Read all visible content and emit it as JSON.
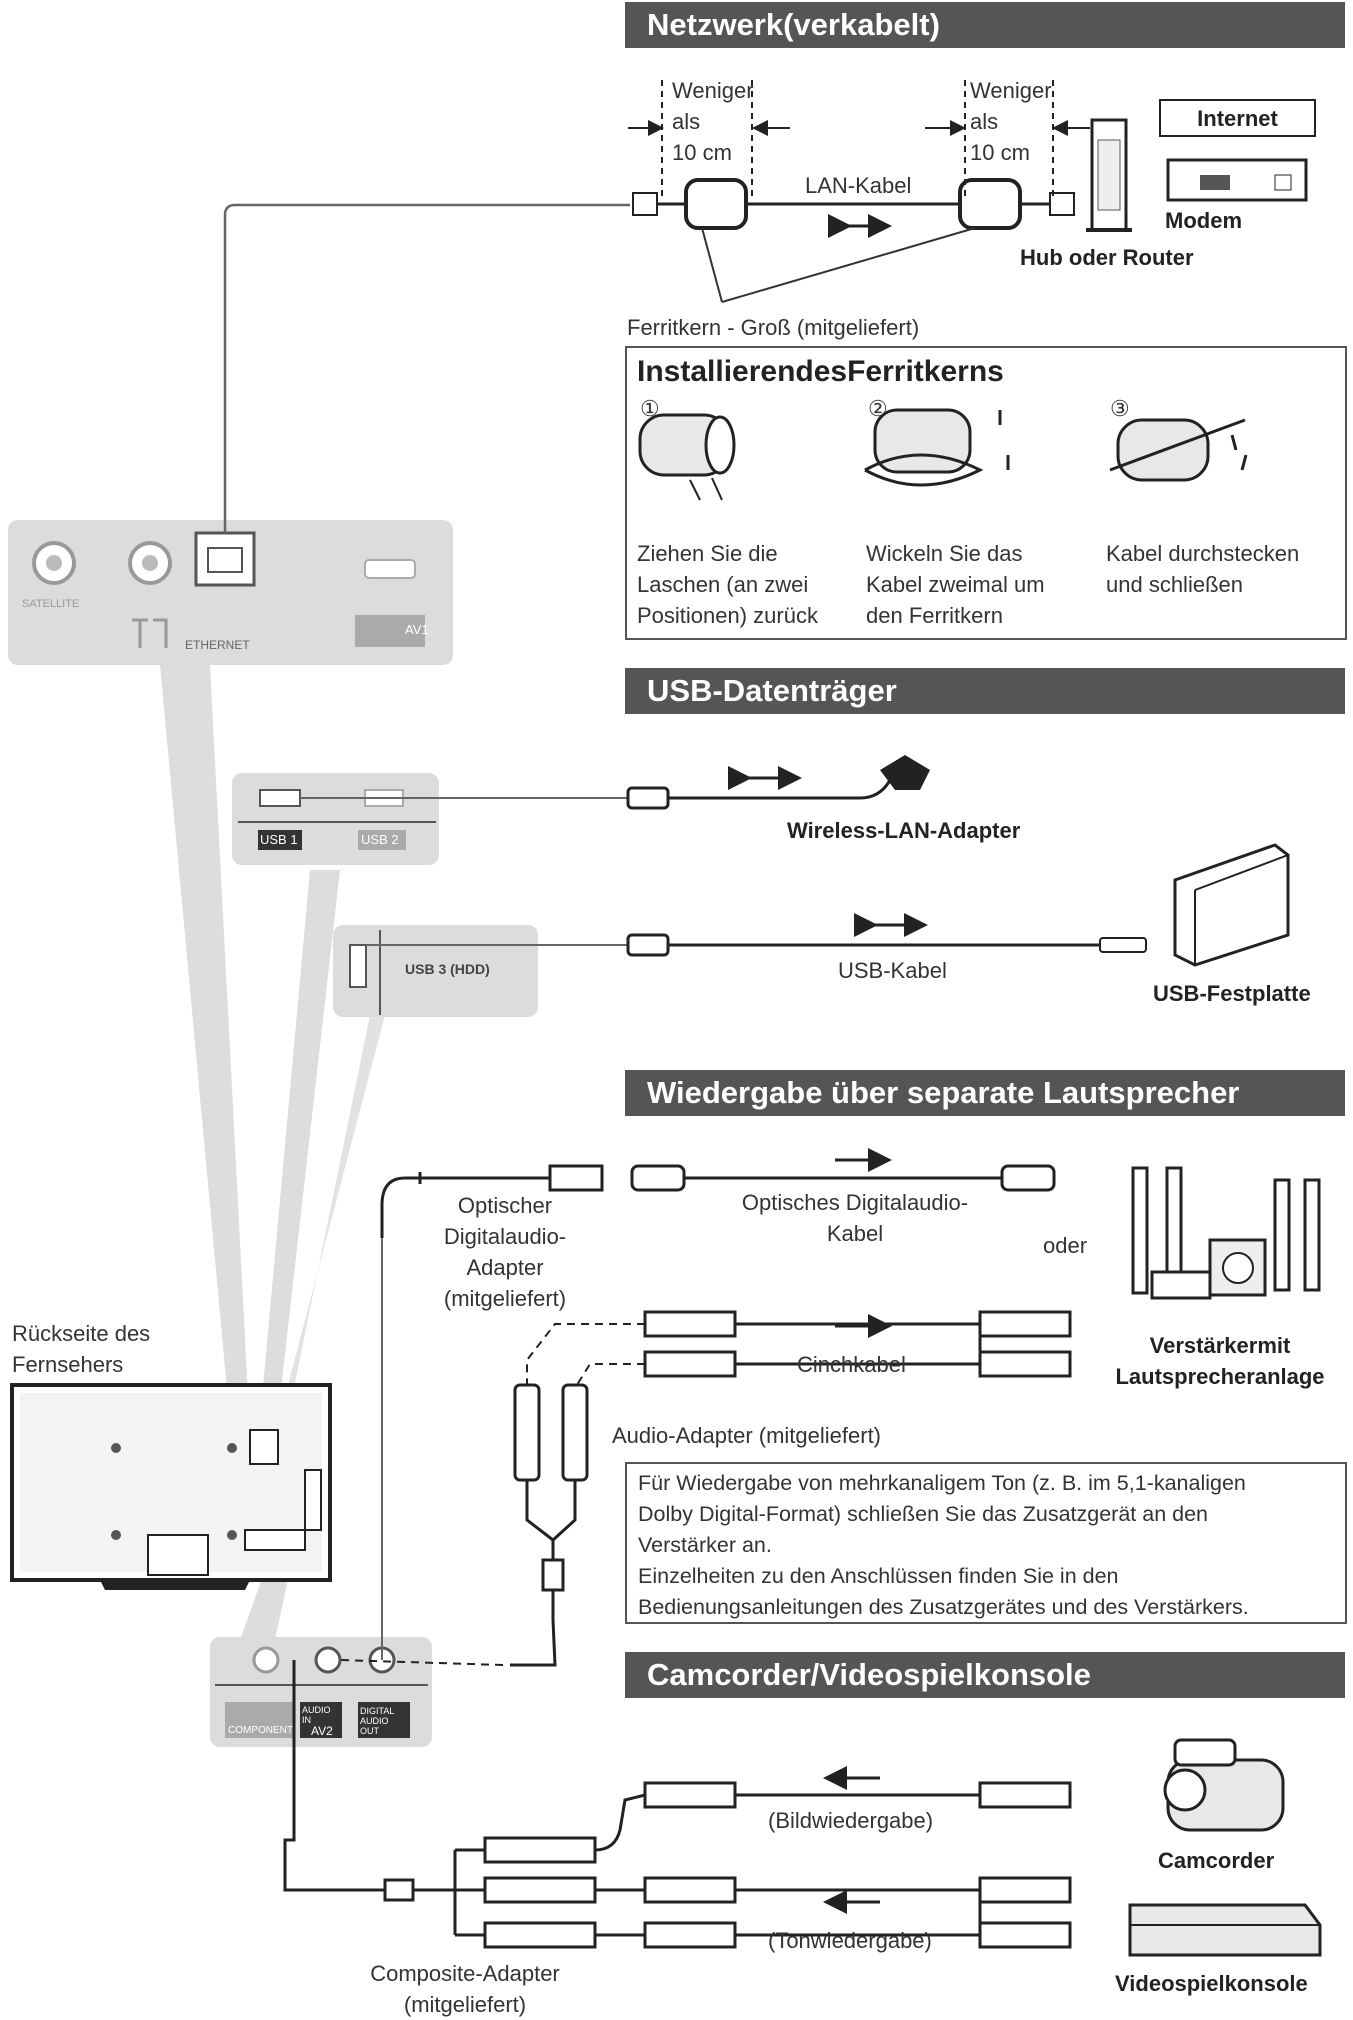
{
  "sections": {
    "network": "Netzwerk(verkabelt)",
    "usb": "USB-Datenträger",
    "speakers": "Wiedergabe über separate Lautsprecher",
    "camcorder": "Camcorder/Videospielkonsole"
  },
  "network": {
    "distance_left": [
      "Weniger",
      "als",
      "10 cm"
    ],
    "distance_right": [
      "Weniger",
      "als",
      "10 cm"
    ],
    "lan_cable": "LAN-Kabel",
    "internet": "Internet",
    "modem": "Modem",
    "hub": "Hub oder Router",
    "ferrite": "Ferritkern - Groß (mitgeliefert)"
  },
  "install": {
    "title": "InstallierendesFerritkerns",
    "steps": [
      {
        "num": "①",
        "text": [
          "Ziehen Sie die",
          "Laschen (an zwei",
          "Positionen) zurück"
        ]
      },
      {
        "num": "②",
        "text": [
          "Wickeln Sie das",
          "Kabel zweimal um",
          "den Ferritkern"
        ]
      },
      {
        "num": "③",
        "text": [
          "Kabel durchstecken",
          "und schließen"
        ]
      }
    ]
  },
  "panel": {
    "ethernet": "ETHERNET",
    "satellite": "SATELLITE",
    "av1": "AV1",
    "usb1": "USB 1",
    "usb2": "USB 2",
    "usb3": "USB 3 (HDD)",
    "av2": "AV2",
    "component": "COMPONENT",
    "audio_in": "AUDIO IN",
    "digital_out": "DIGITAL AUDIO OUT"
  },
  "usb": {
    "wlan": "Wireless-LAN-Adapter",
    "cable": "USB-Kabel",
    "hdd": "USB-Festplatte"
  },
  "speakers": {
    "optical_adapter": [
      "Optischer",
      "Digitalaudio-",
      "Adapter",
      "(mitgeliefert)"
    ],
    "optical_cable": [
      "Optisches Digitalaudio-",
      "Kabel"
    ],
    "or": "oder",
    "cinch": "Cinchkabel",
    "amp": [
      "Verstärkermit",
      "Lautsprecheranlage"
    ],
    "audio_adapter": "Audio-Adapter (mitgeliefert)",
    "tv_back": [
      "Rückseite des",
      "Fernsehers"
    ],
    "note": [
      "Für Wiedergabe von mehrkanaligem Ton (z. B. im 5,1-kanaligen",
      "Dolby Digital-Format) schließen Sie das Zusatzgerät an den",
      "Verstärker an.",
      "Einzelheiten zu den Anschlüssen finden Sie in den",
      "Bedienungsanleitungen des Zusatzgerätes und des Verstärkers."
    ]
  },
  "camcorder": {
    "picture": "(Bildwiedergabe)",
    "sound": "(Tonwiedergabe)",
    "camcorder": "Camcorder",
    "console": "Videospielkonsole",
    "composite": [
      "Composite-Adapter",
      "(mitgeliefert)"
    ]
  }
}
